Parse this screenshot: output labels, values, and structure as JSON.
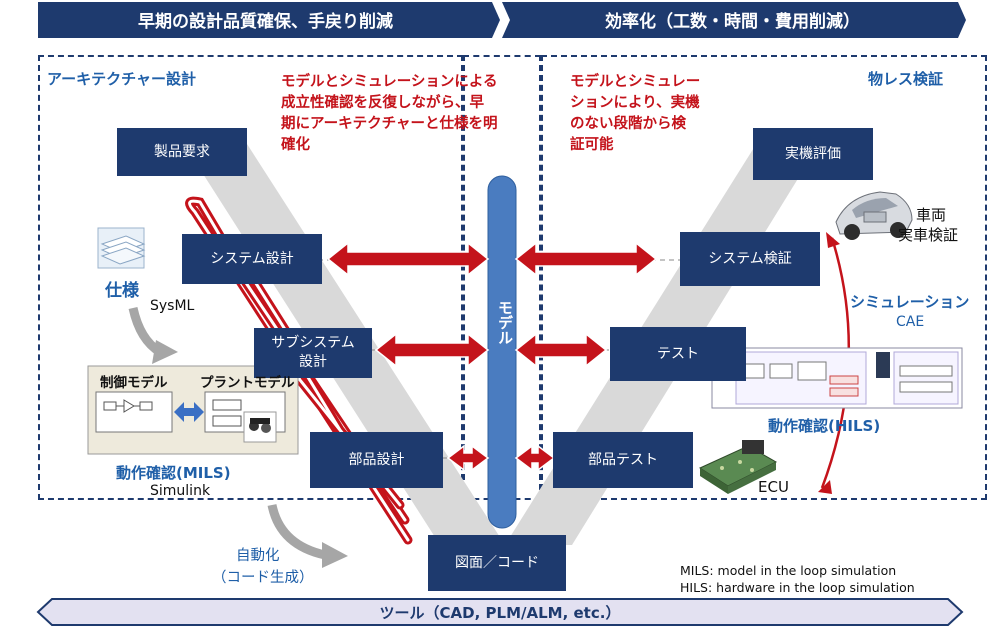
{
  "banners": {
    "left": "早期の設計品質確保、手戻り削減",
    "right": "効率化（工数・時間・費用削減）"
  },
  "sections": {
    "architecture": "アーキテクチャー設計",
    "physical_less": "物レス検証"
  },
  "notes": {
    "left_lines": [
      "モデルとシミュレーションによる",
      "成立性確認を反復しながら、早",
      "期にアーキテクチャーと仕様を明",
      "確化"
    ],
    "right_lines": [
      "モデルとシミュレー",
      "ションにより、実機",
      "のない段階から検",
      "証可能"
    ]
  },
  "boxes": {
    "product_requirements": "製品要求",
    "system_design": "システム設計",
    "subsystem_design_l1": "サブシステム",
    "subsystem_design_l2": "設計",
    "component_design": "部品設計",
    "drawing_code": "図面／コード",
    "real_evaluation": "実機評価",
    "system_verification": "システム検証",
    "test": "テスト",
    "component_test": "部品テスト"
  },
  "model_bar": "モデル",
  "labels": {
    "spec": "仕様",
    "sysml": "SysML",
    "control_model": "制御モデル",
    "plant_model": "プラントモデル",
    "mils_check": "動作確認(MILS)",
    "simulink": "Simulink",
    "auto_gen_l1": "自動化",
    "auto_gen_l2": "（コード生成）",
    "vehicle_l1": "車両",
    "vehicle_l2": "実車検証",
    "simulation_l1": "シミュレーション",
    "simulation_l2": "CAE",
    "hils_check": "動作確認(HILS)",
    "ecu": "ECU",
    "mils_def": "MILS: model in the loop simulation",
    "hils_def": "HILS: hardware in the loop simulation"
  },
  "tools_bar": "ツール（CAD, PLM/ALM, etc.）",
  "colors": {
    "navy": "#1e3a6e",
    "model_bar": "#4a7cc0",
    "red": "#c4131b",
    "gray_v": "#d9d9d9",
    "tools_fill": "#e3e1f1"
  }
}
